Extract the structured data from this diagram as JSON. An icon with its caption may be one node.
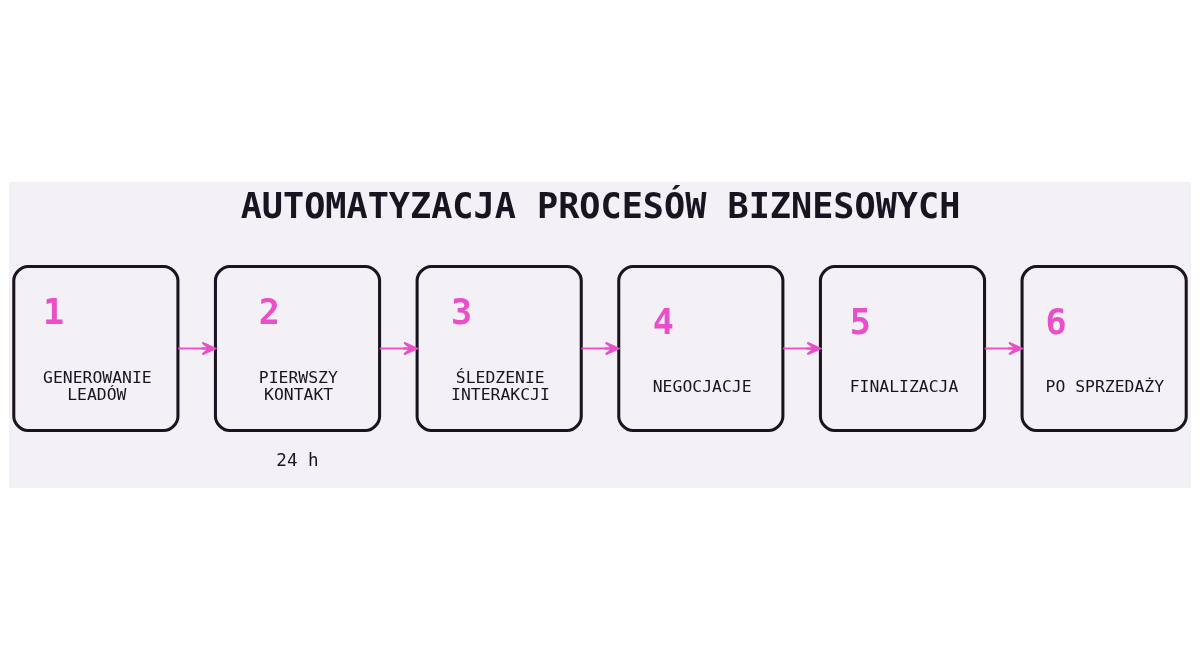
{
  "diagram": {
    "title": "AUTOMATYZACJA PROCESÓW BIZNESOWYCH",
    "nodes": [
      {
        "text": [
          "1",
          "GENEROWANIE LEADÓW"
        ]
      },
      {
        "text": [
          "2",
          "PIERWSZY KONTAKT"
        ],
        "beside": [
          "24 h"
        ]
      },
      {
        "text": [
          "3",
          "ŚLEDZENIE INTERAKCJI"
        ]
      },
      {
        "text": [
          "4",
          "NEGOCJACJE"
        ]
      },
      {
        "text": [
          "5",
          "FINALIZACJA"
        ]
      },
      {
        "text": [
          "6",
          "PO SPRZEDAŻY"
        ]
      }
    ],
    "edges": [
      {
        "from": 0,
        "to": 1,
        "arrow": "to"
      },
      {
        "from": 1,
        "to": 2,
        "arrow": "to"
      },
      {
        "from": 2,
        "to": 3,
        "arrow": "to"
      },
      {
        "from": 3,
        "to": 4,
        "arrow": "to"
      },
      {
        "from": 4,
        "to": 5,
        "arrow": "to"
      }
    ]
  }
}
